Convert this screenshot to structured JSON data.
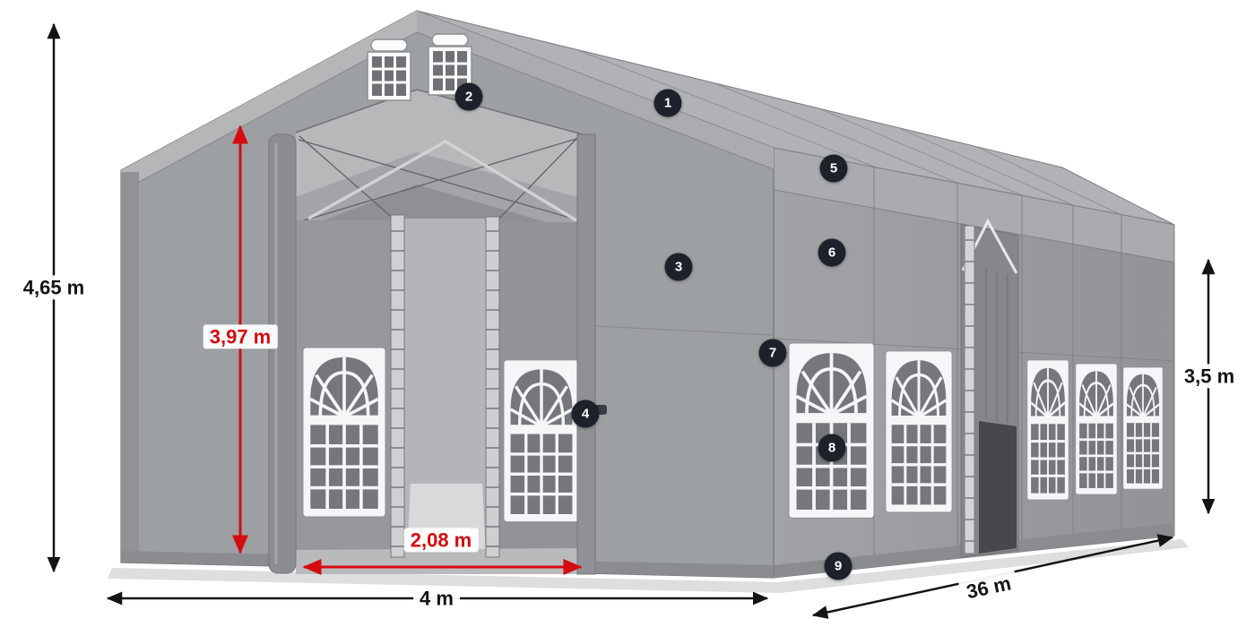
{
  "figure": {
    "dimensions": {
      "total_height": {
        "value": "4,65 m",
        "color": "black"
      },
      "entrance_height": {
        "value": "3,97 m",
        "color": "red"
      },
      "entrance_width": {
        "value": "2,08 m",
        "color": "red"
      },
      "width": {
        "value": "4 m",
        "color": "black"
      },
      "length": {
        "value": "36 m",
        "color": "black"
      },
      "side_height": {
        "value": "3,5 m",
        "color": "black"
      }
    },
    "callouts": [
      {
        "label": "1"
      },
      {
        "label": "2"
      },
      {
        "label": "3"
      },
      {
        "label": "4"
      },
      {
        "label": "5"
      },
      {
        "label": "6"
      },
      {
        "label": "7"
      },
      {
        "label": "8"
      },
      {
        "label": "9"
      }
    ],
    "colors": {
      "accent_red": "#d60b10",
      "badge_bg": "#1d212a",
      "fabric_gray": "#9da0a2",
      "roof_gray": "#b0b2b5"
    }
  }
}
